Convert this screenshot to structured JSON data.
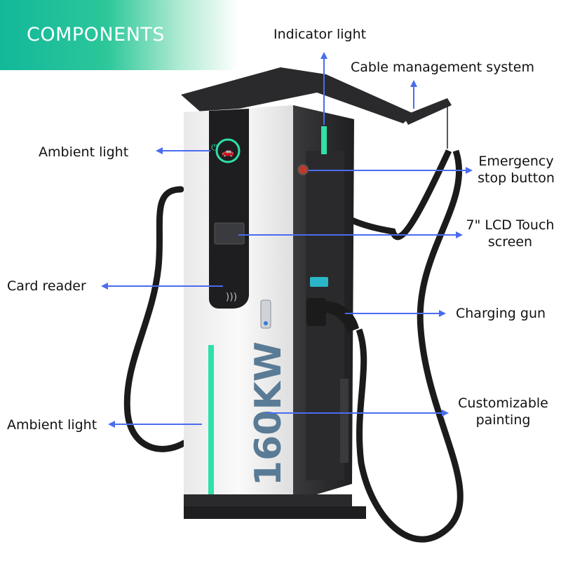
{
  "banner": {
    "title": "COMPONENTS"
  },
  "brand_colors": {
    "accent": "#1fbf9a",
    "arrow": "#4a6cf0",
    "body": "#f2f2f2",
    "frame": "#2e2e30",
    "ambient": "#2fe0a8"
  },
  "product": {
    "power_text": "160KW"
  },
  "callouts": {
    "indicator_light": "Indicator light",
    "cable_management": "Cable management system",
    "ambient_light_top": "Ambient light",
    "emergency_stop_line1": "Emergency",
    "emergency_stop_line2": "stop button",
    "lcd_line1": "7\" LCD Touch",
    "lcd_line2": "screen",
    "card_reader": "Card reader",
    "charging_gun": "Charging gun",
    "ambient_light_bottom": "Ambient light",
    "painting_line1": "Customizable",
    "painting_line2": "painting"
  },
  "icons": [
    "ev-plug-icon",
    "car-icon",
    "nfc-icon"
  ]
}
